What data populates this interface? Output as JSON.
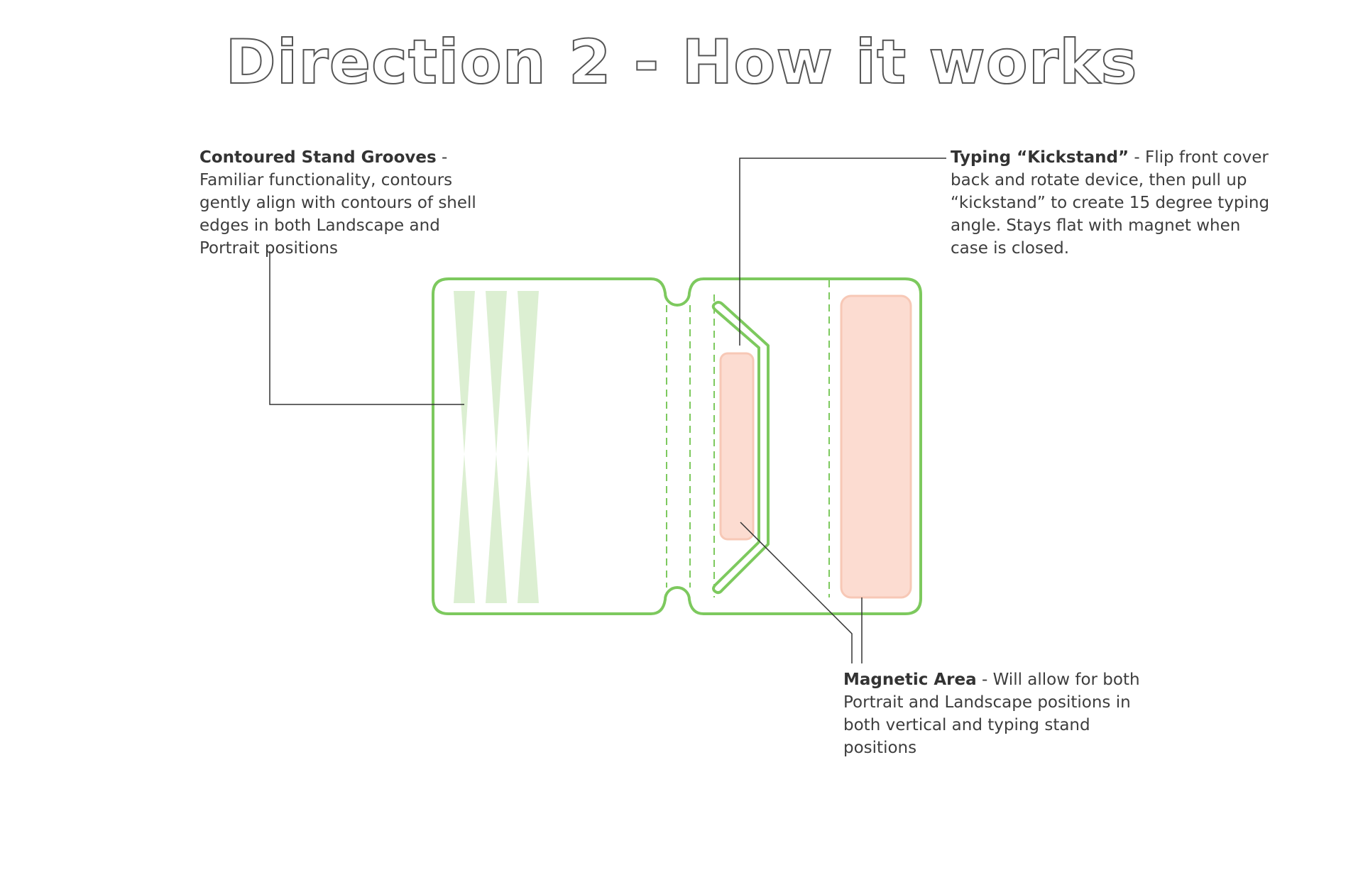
{
  "title": "Direction 2 - How it works",
  "annotations": {
    "grooves": {
      "heading": "Contoured Stand Grooves",
      "separator": " - ",
      "body": "Familiar functionality, contours gently align with contours of shell edges in both Landscape and Portrait positions"
    },
    "kickstand": {
      "heading": "Typing “Kickstand”",
      "separator": " - ",
      "body": "Flip front cover back and rotate device, then pull up “kickstand” to create 15 degree typing angle. Stays flat with magnet when case is closed."
    },
    "magnetic": {
      "heading": "Magnetic Area",
      "separator": " - ",
      "body": "Will allow for both Portrait and Landscape positions in both vertical and typing stand positions"
    }
  },
  "colors": {
    "outline_green": "#7dc95e",
    "groove_green": "#dcefd2",
    "magnet_fill": "#fcdcd1",
    "magnet_stroke": "#f7c8b6",
    "leader_line": "#333333",
    "title_stroke": "#555555"
  }
}
